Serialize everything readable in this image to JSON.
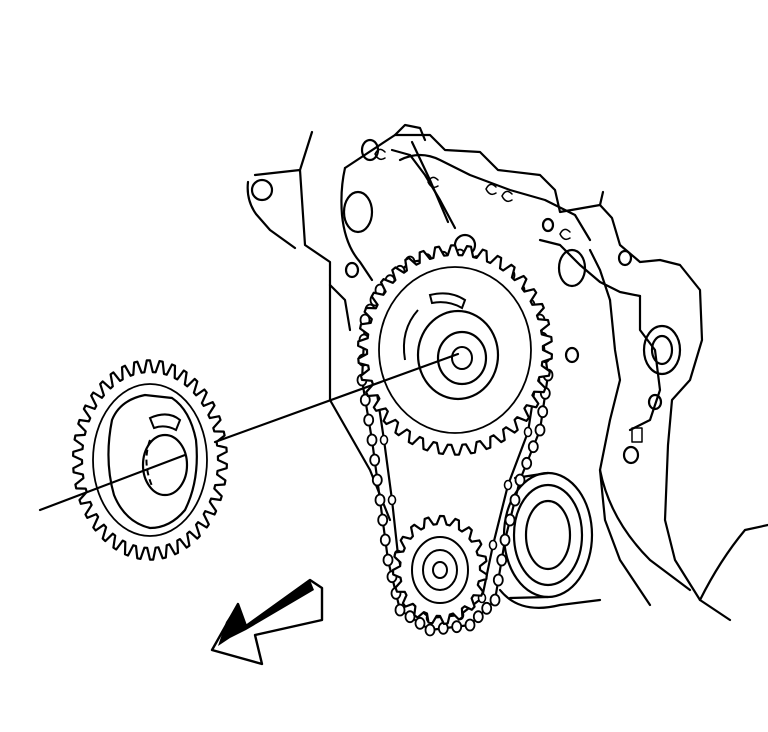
{
  "figure": {
    "colors": {
      "line": "#000000",
      "background": "#ffffff",
      "arrow_fill": "#000000"
    },
    "components": [
      "engine-front-cover",
      "camshaft-sprocket",
      "crankshaft-sprocket",
      "timing-chain",
      "crankshaft-pulley-hub",
      "removed-camshaft-sprocket",
      "alignment-line",
      "direction-arrow"
    ],
    "camshaft_sprocket_teeth": 38,
    "removed_sprocket_teeth": 38,
    "crankshaft_sprocket_teeth": 19
  }
}
